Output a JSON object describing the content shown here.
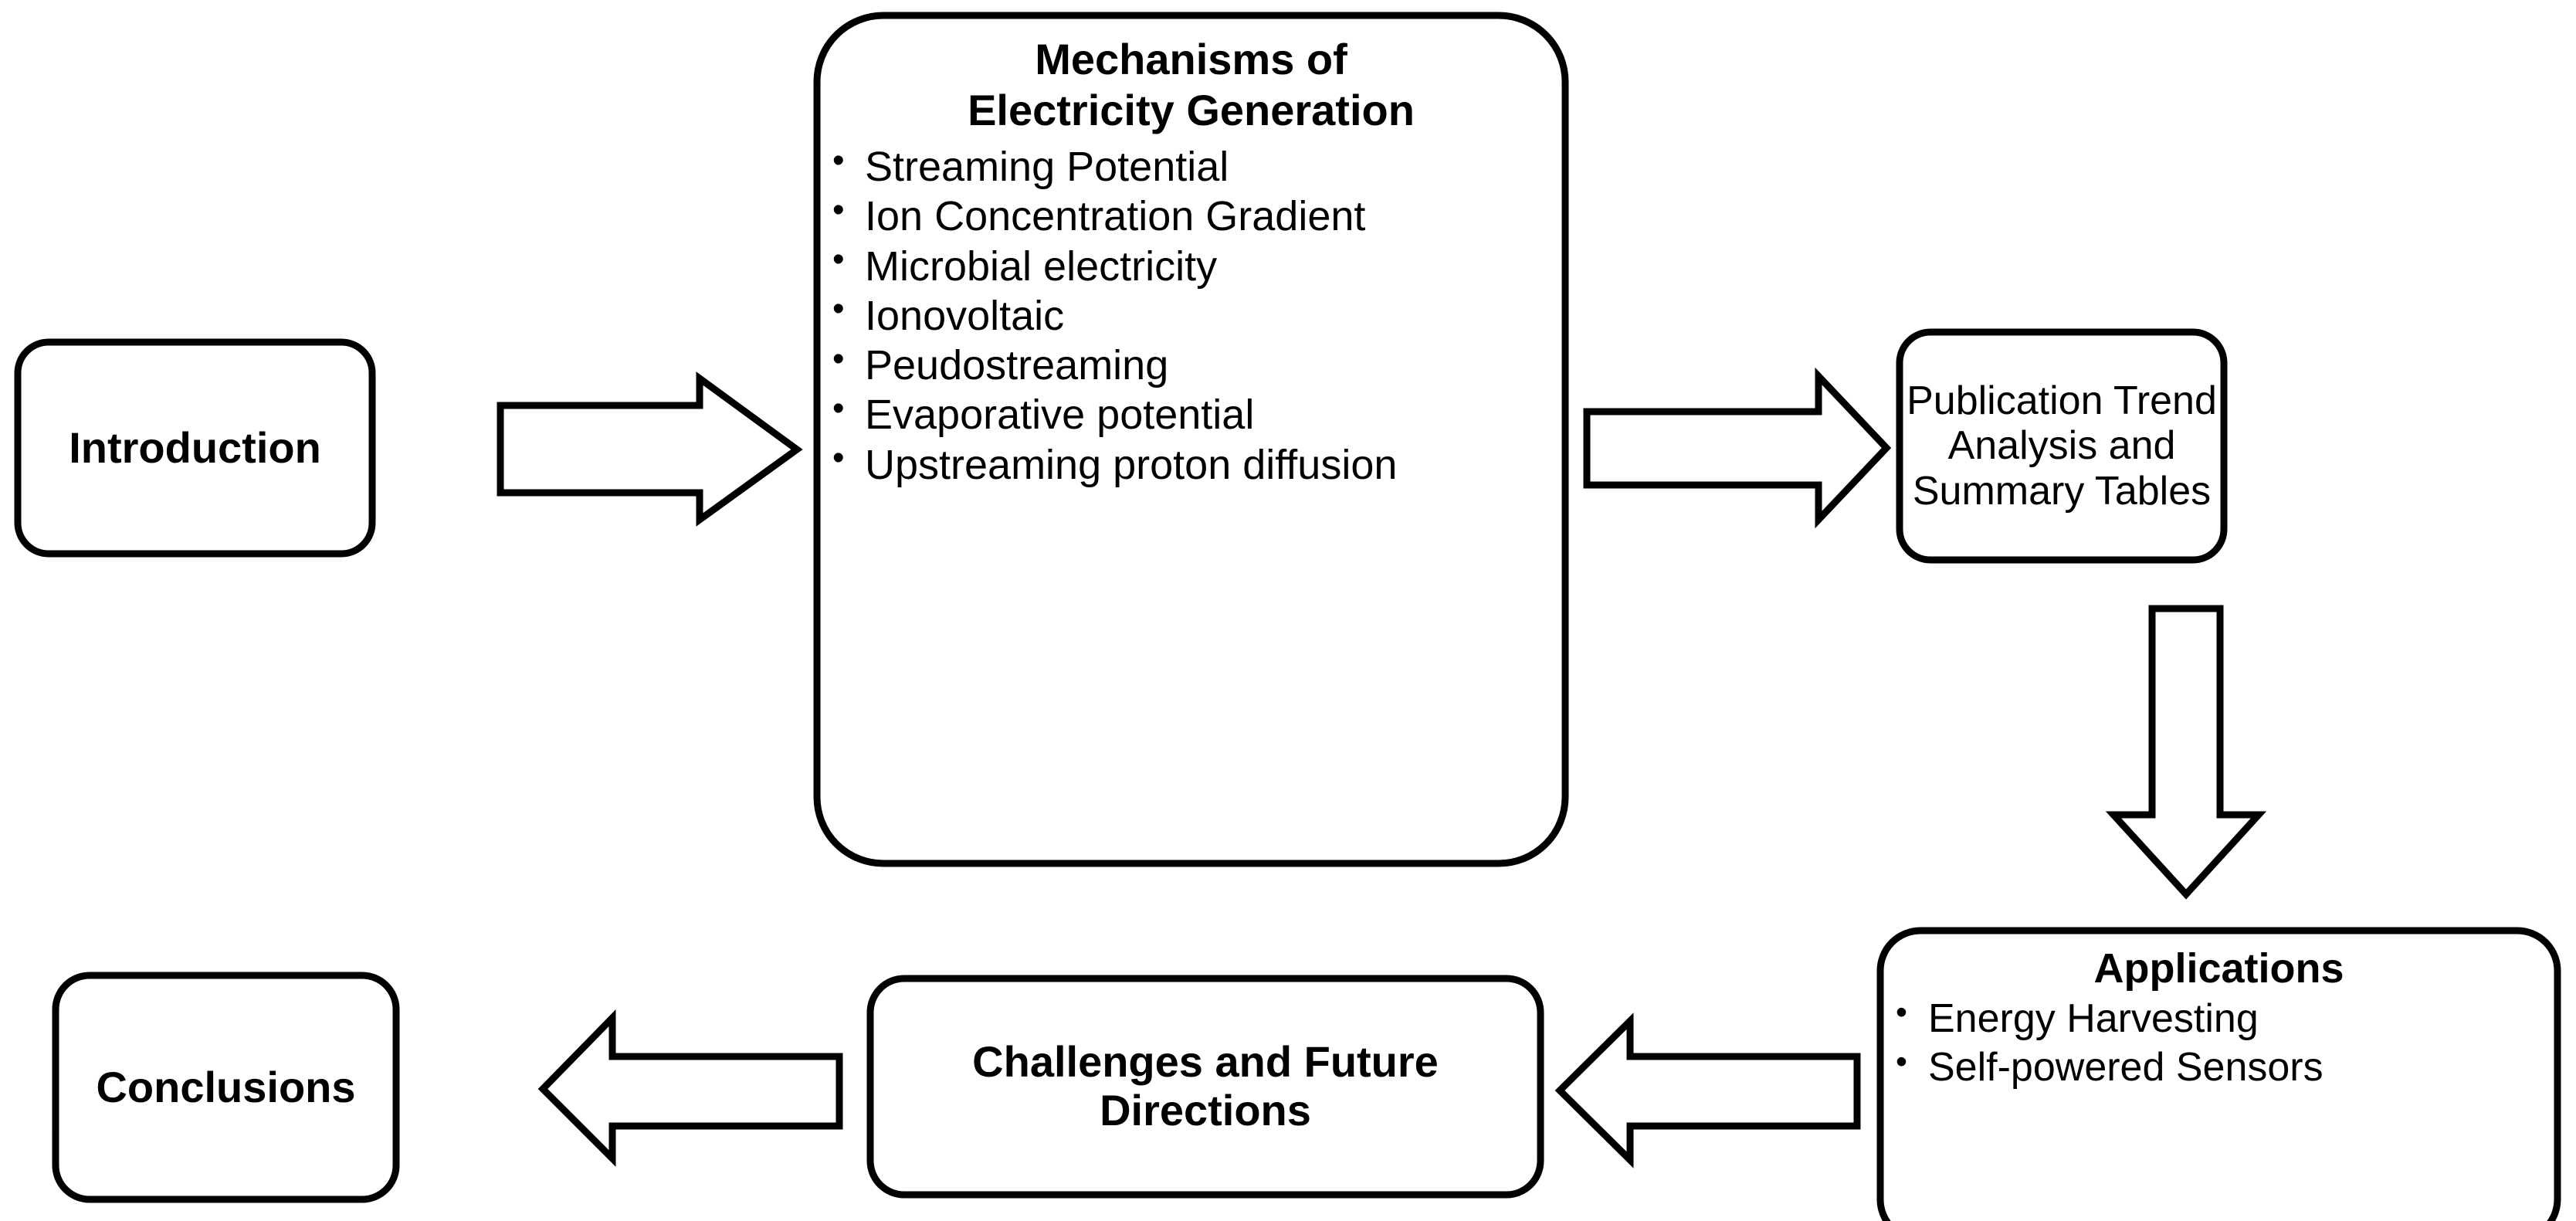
{
  "diagram": {
    "type": "flowchart",
    "title": "",
    "background_color": "#ffffff",
    "stroke_color": "#000000",
    "text_color": "#000000",
    "nodes": [
      {
        "id": "introduction",
        "label": "Introduction",
        "bold": true,
        "shape": "rounded-rectangle",
        "bullets": []
      },
      {
        "id": "mechanisms",
        "title_line_1": "Mechanisms of",
        "title_line_2": "Electricity Generation",
        "bold_title": true,
        "shape": "rounded-rectangle",
        "bullets": [
          "Streaming Potential",
          "Ion Concentration Gradient",
          "Microbial electricity",
          "Ionovoltaic",
          "Peudostreaming",
          "Evaporative potential",
          "Upstreaming proton diffusion"
        ]
      },
      {
        "id": "publication",
        "line_1": "Publication Trend",
        "line_2": "Analysis and",
        "line_3": "Summary Tables",
        "bold": false,
        "shape": "rounded-rectangle",
        "bullets": []
      },
      {
        "id": "applications",
        "title": "Applications",
        "bold_title": true,
        "shape": "rounded-rectangle",
        "bullets": [
          "Energy Harvesting",
          "Self-powered Sensors"
        ]
      },
      {
        "id": "challenges",
        "line_1": "Challenges and Future",
        "line_2": "Directions",
        "bold": true,
        "shape": "rounded-rectangle",
        "bullets": []
      },
      {
        "id": "conclusions",
        "label": "Conclusions",
        "bold": true,
        "shape": "rounded-rectangle",
        "bullets": []
      }
    ],
    "connectors": [
      {
        "id": "arrow-introduction-to-mechanisms",
        "direction": "right",
        "from": "introduction",
        "to": "mechanisms"
      },
      {
        "id": "arrow-mechanisms-to-publication",
        "direction": "right",
        "from": "mechanisms",
        "to": "publication"
      },
      {
        "id": "arrow-publication-to-applications",
        "direction": "down",
        "from": "publication",
        "to": "applications"
      },
      {
        "id": "arrow-applications-to-challenges",
        "direction": "left",
        "from": "applications",
        "to": "challenges"
      },
      {
        "id": "arrow-challenges-to-conclusions",
        "direction": "left",
        "from": "challenges",
        "to": "conclusions"
      }
    ]
  }
}
